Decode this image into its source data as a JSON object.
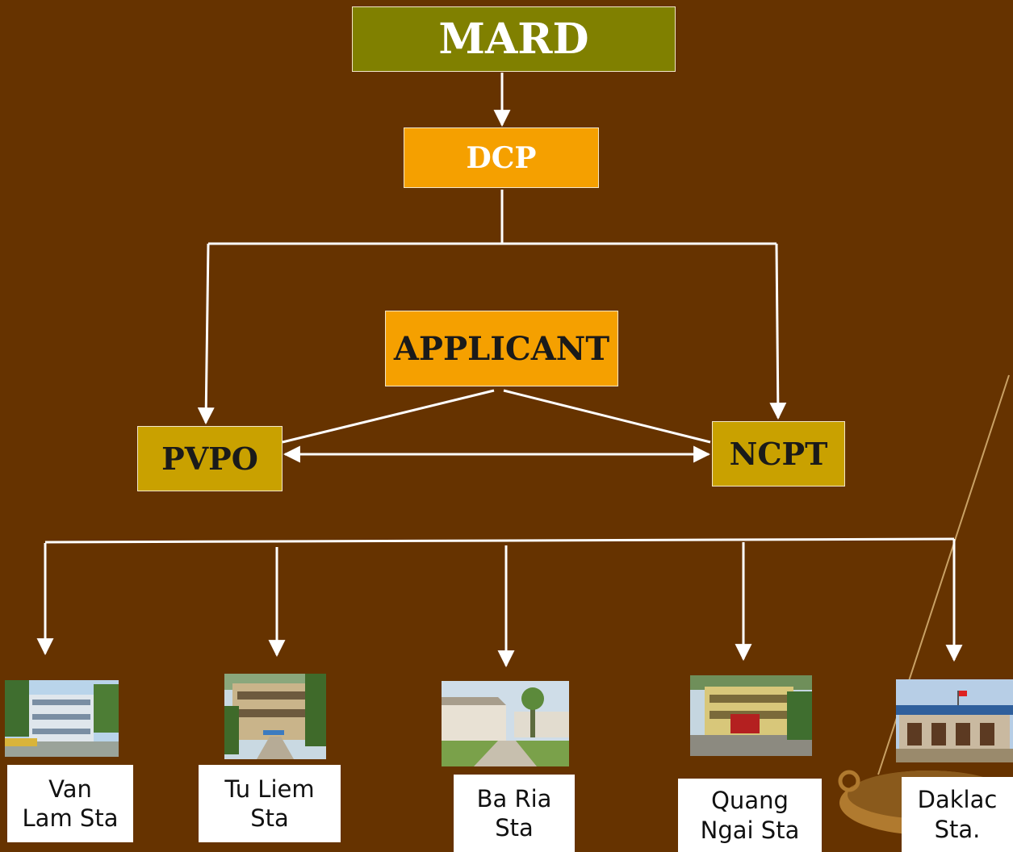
{
  "boxes": {
    "mard": "MARD",
    "dcp": "DCP",
    "applicant": "APPLICANT",
    "pvpo": "PVPO",
    "ncpt": "NCPT"
  },
  "stations": [
    {
      "line1": "Van",
      "line2": "Lam Sta"
    },
    {
      "line1": "Tu Liem",
      "line2": "Sta"
    },
    {
      "line1": "Ba Ria",
      "line2": "Sta"
    },
    {
      "line1": "Quang",
      "line2": "Ngai Sta"
    },
    {
      "line1": "Daklac",
      "line2": "Sta."
    }
  ],
  "colors": {
    "background": "#663300",
    "mard_fill": "#808000",
    "orange_fill": "#f5a000",
    "gold_fill": "#c9a100",
    "connector": "#ffffff"
  }
}
